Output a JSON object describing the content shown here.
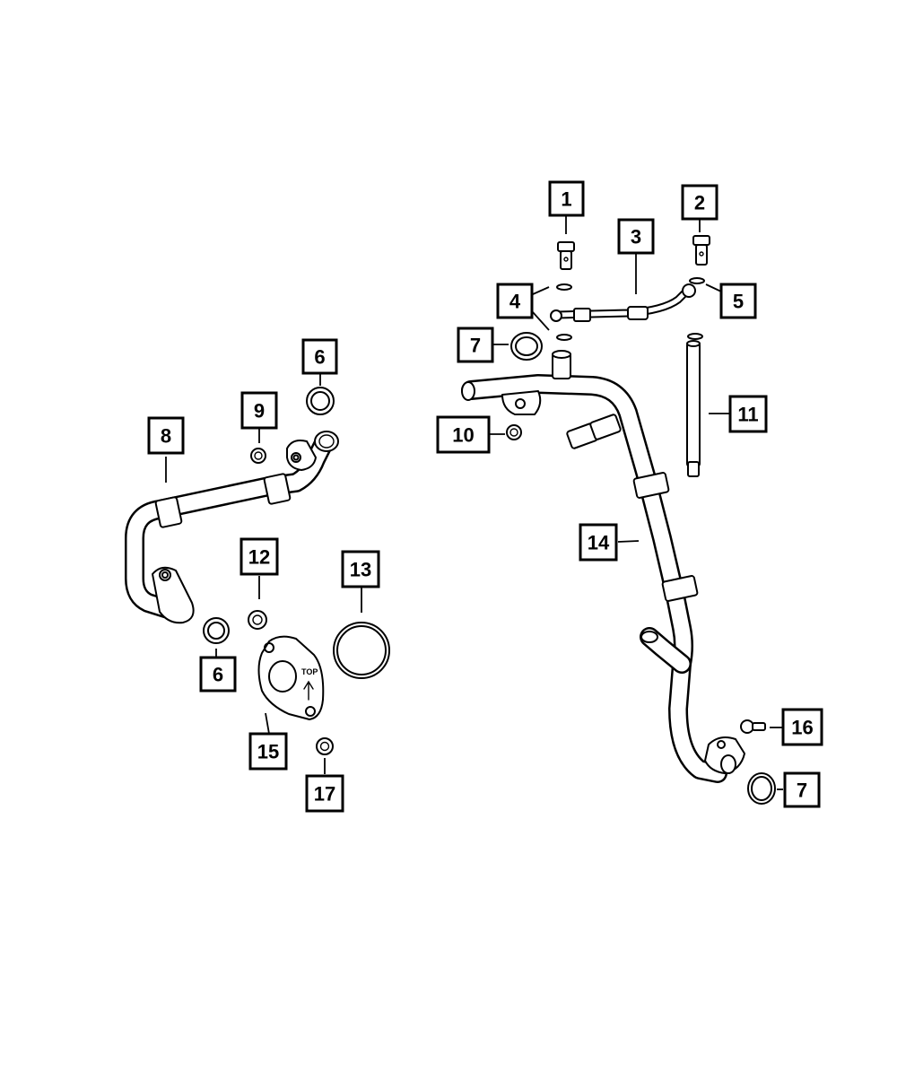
{
  "diagram": {
    "callouts": [
      {
        "id": "c1",
        "label": "1"
      },
      {
        "id": "c2",
        "label": "2"
      },
      {
        "id": "c3",
        "label": "3"
      },
      {
        "id": "c4",
        "label": "4"
      },
      {
        "id": "c5",
        "label": "5"
      },
      {
        "id": "c6a",
        "label": "6"
      },
      {
        "id": "c6b",
        "label": "6"
      },
      {
        "id": "c7a",
        "label": "7"
      },
      {
        "id": "c7b",
        "label": "7"
      },
      {
        "id": "c8",
        "label": "8"
      },
      {
        "id": "c9",
        "label": "9"
      },
      {
        "id": "c10",
        "label": "10"
      },
      {
        "id": "c11",
        "label": "11"
      },
      {
        "id": "c12",
        "label": "12"
      },
      {
        "id": "c13",
        "label": "13"
      },
      {
        "id": "c14",
        "label": "14"
      },
      {
        "id": "c15",
        "label": "15"
      },
      {
        "id": "c16",
        "label": "16"
      },
      {
        "id": "c17",
        "label": "17"
      }
    ],
    "plate_marking": "TOP"
  }
}
